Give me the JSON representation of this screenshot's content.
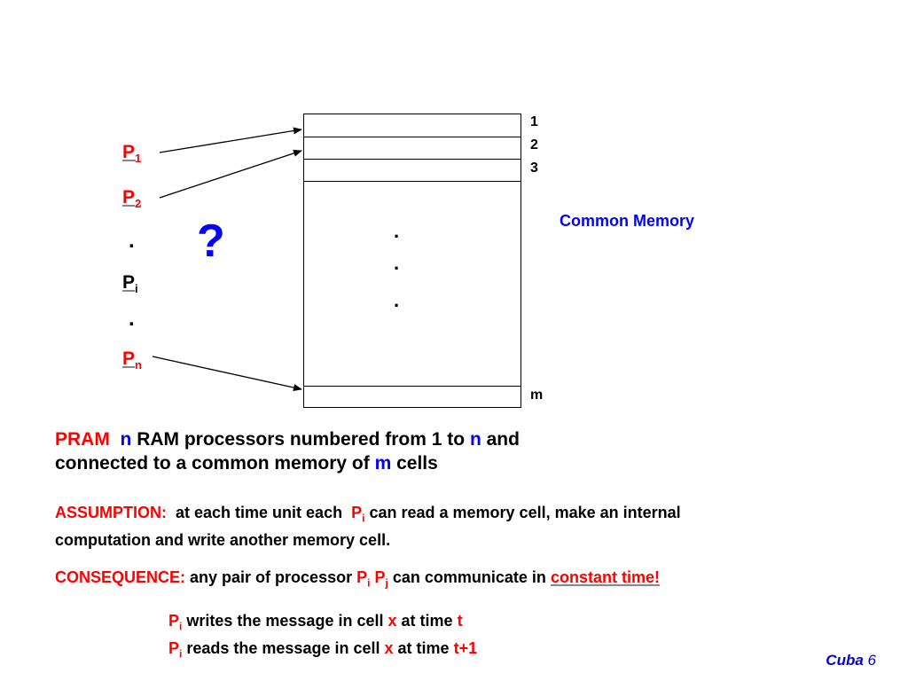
{
  "processors": [
    {
      "letter": "P",
      "sub": "1"
    },
    {
      "letter": "P",
      "sub": "2"
    },
    {
      "letter": "P",
      "sub": "i"
    },
    {
      "letter": "P",
      "sub": "n"
    }
  ],
  "dots": [
    ".",
    ".",
    ".",
    ".",
    "."
  ],
  "question_mark": "?",
  "memory": {
    "indices": [
      "1",
      "2",
      "3",
      "m"
    ],
    "label": "Common Memory"
  },
  "pram": {
    "line1": {
      "term": "PRAM",
      "n1": "n",
      "text1": "RAM processors numbered from 1 to",
      "n2": "n",
      "text2": "and"
    },
    "line2": {
      "text1": "connected to a common memory of",
      "m": "m",
      "text2": "cells"
    }
  },
  "assumption": {
    "label": "ASSUMPTION:",
    "text1": "at each time unit each",
    "p": "P",
    "sub": "i",
    "text2": "can read a memory cell, make an internal",
    "line2": "computation and write another memory cell."
  },
  "consequence": {
    "label": "CONSEQUENCE:",
    "text1": "any pair of processor",
    "p1": "P",
    "sub1": "i",
    "p2": "P",
    "sub2": "j",
    "text2": "can communicate in",
    "highlight": "constant time!"
  },
  "messages": [
    {
      "p": "P",
      "sub": "i",
      "text1": "writes the message in cell",
      "x": "x",
      "text2": "at time",
      "t": "t"
    },
    {
      "p": "P",
      "sub": "i",
      "text1": "reads the message  in cell",
      "x": "x",
      "text2": "at time",
      "t": "t+1"
    }
  ],
  "footer": {
    "name": "Cuba",
    "page": "6"
  }
}
